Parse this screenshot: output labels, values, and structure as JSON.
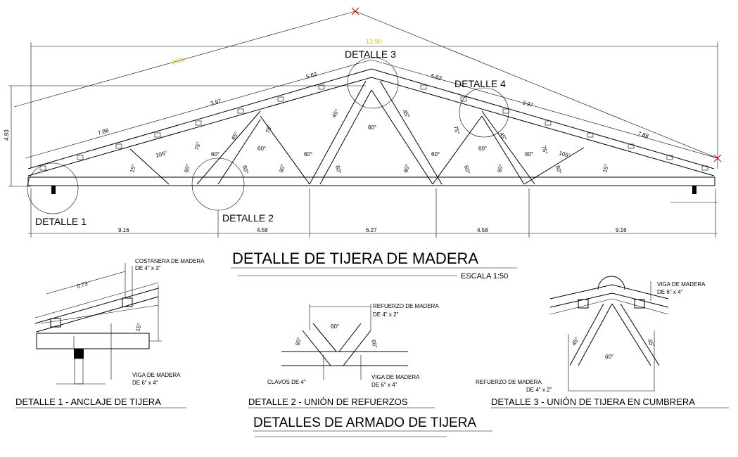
{
  "colors": {
    "line": "#000000",
    "yellow_dim": "#f5e600",
    "red_mark": "#e00000"
  },
  "main": {
    "title": "DETALLE DE TIJERA DE MADERA",
    "scale": "ESCALA 1:50",
    "top_span": "13.90",
    "rafter_length": "6.99",
    "height_dim": "4.93",
    "left_chord_segments": [
      "7.86",
      "3.97",
      "5.62"
    ],
    "right_chord_segments": [
      "5.62",
      "3.97",
      "7.88"
    ],
    "bottom_segments": [
      "9.16",
      "4.58",
      "6.27",
      "4.58",
      "9.16"
    ],
    "angles": {
      "a15": "15°",
      "a105": "105°",
      "a75": "75°",
      "a60": "60°",
      "a45": "45°"
    },
    "callouts": {
      "d1": "DETALLE 1",
      "d2": "DETALLE 2",
      "d3": "DETALLE 3",
      "d4": "DETALLE 4"
    }
  },
  "detail1": {
    "caption": "DETALLE 1 - ANCLAJE DE TIJERA",
    "purlin_note": [
      "COSTANERA DE MADERA",
      "DE 4\" x 3\""
    ],
    "beam_note": [
      "VIGA DE MADERA",
      "DE 6\" x 4\""
    ],
    "length": "0.73",
    "angle": "15°"
  },
  "detail2": {
    "caption": "DETALLE 2 - UNIÓN DE REFUERZOS",
    "brace_note": [
      "REFUERZO DE MADERA",
      "DE 4\" x 2\""
    ],
    "nails_note": "CLAVOS DE 4\"",
    "beam_note": [
      "VIGA DE MADERA",
      "DE 6\" x 4\""
    ],
    "angle_center": "60°",
    "angle_side": "60°"
  },
  "detail3": {
    "caption": "DETALLE 3 - UNIÓN DE TIJERA EN CUMBRERA",
    "beam_note": [
      "VIGA DE MADERA",
      "DE 6\" x 4\""
    ],
    "brace_note": [
      "REFUERZO DE MADERA",
      "DE 4\" x 2\""
    ],
    "angle_side": "45°",
    "angle_center": "60°"
  },
  "footer_title": "DETALLES DE ARMADO DE TIJERA"
}
